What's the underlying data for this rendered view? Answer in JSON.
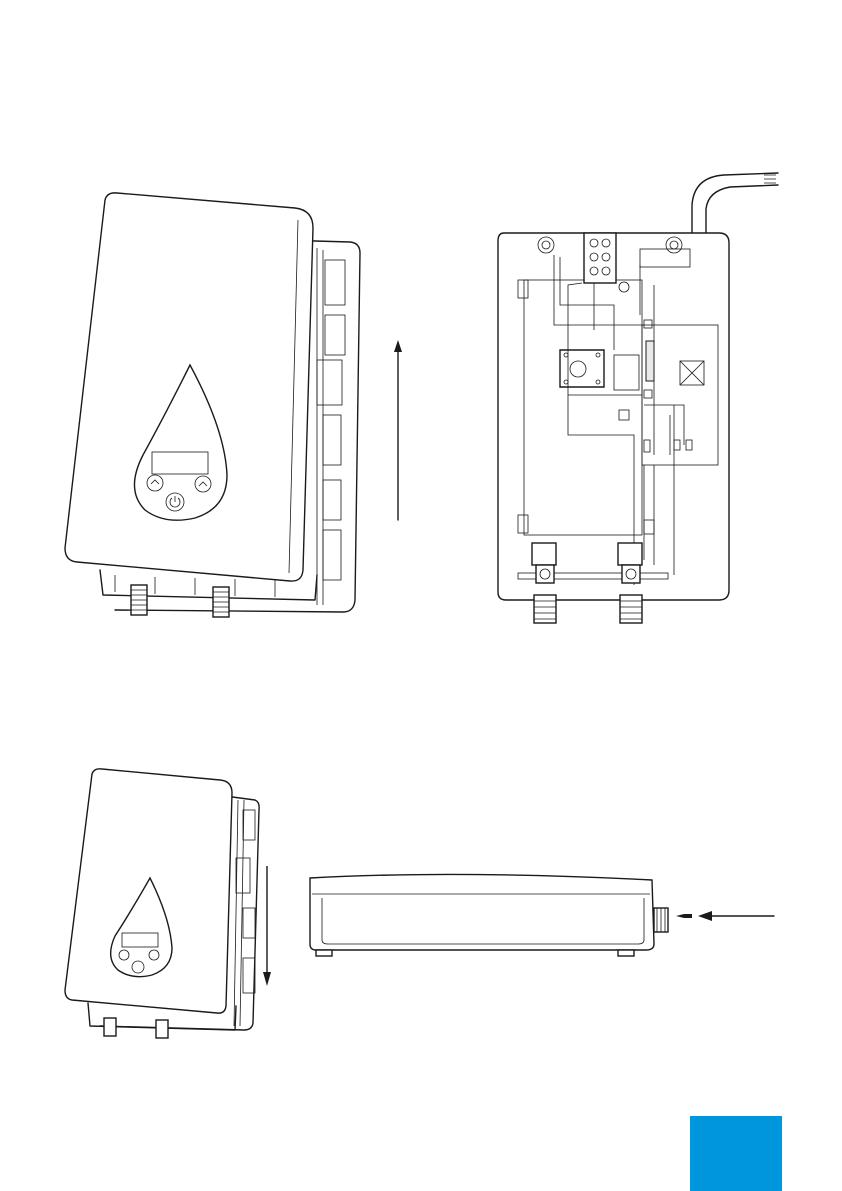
{
  "page": {
    "accent_color": "#0096de",
    "background": "#ffffff"
  },
  "figures": [
    {
      "name": "heater-front-view",
      "icon": "water-heater-closed-cover"
    },
    {
      "name": "heater-open-wiring-view",
      "icon": "water-heater-internal-wiring"
    },
    {
      "name": "lift-cover-arrow",
      "direction": "up"
    },
    {
      "name": "heater-front-small",
      "icon": "water-heater-closed-cover"
    },
    {
      "name": "lower-cover-arrow",
      "direction": "down"
    },
    {
      "name": "heater-side-view",
      "icon": "water-heater-side-profile"
    },
    {
      "name": "screw-insert-arrow",
      "direction": "left"
    }
  ]
}
